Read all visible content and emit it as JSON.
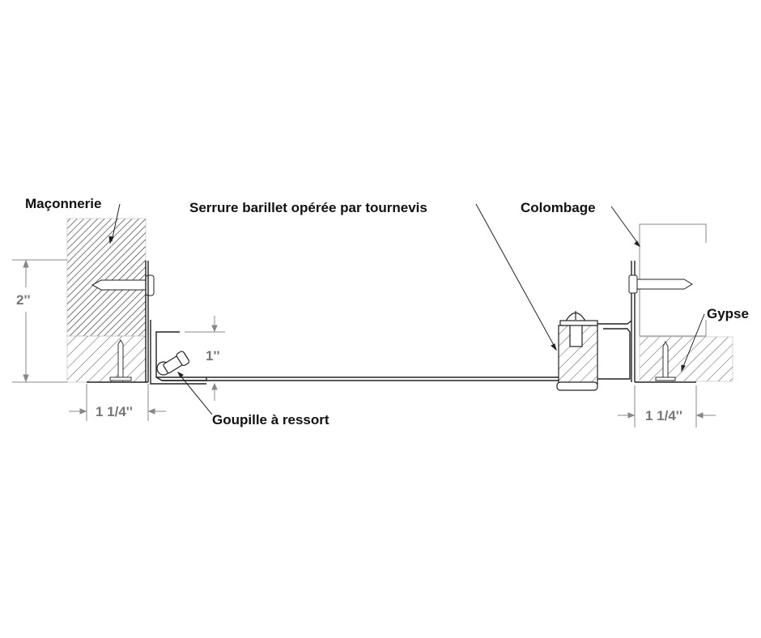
{
  "labels": {
    "masonry": "Maçonnerie",
    "lock": "Serrure barillet opérée par tournevis",
    "stud": "Colombage",
    "gypsum": "Gypse",
    "spring_pin": "Goupille à ressort"
  },
  "dimensions": {
    "height_left": "2''",
    "depth": "1''",
    "flange_left": "1 1/4''",
    "flange_right": "1 1/4''"
  }
}
